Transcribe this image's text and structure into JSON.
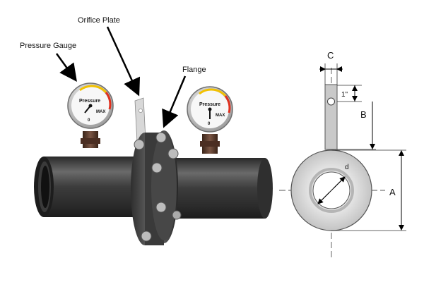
{
  "callouts": {
    "orifice_plate": "Orifice Plate",
    "pressure_gauge": "Pressure Gauge",
    "flange": "Flange"
  },
  "gauge": {
    "label": "Pressure",
    "max": "MAX",
    "zero": "0"
  },
  "dimensions": {
    "c": "C",
    "one_inch": "1\"",
    "b": "B",
    "d": "d",
    "a": "A"
  },
  "colors": {
    "pipe": "#4a4a4a",
    "plate_face": "#cfcfcf",
    "gauge_hot": "#e0301e",
    "gauge_warm": "#f2c100"
  }
}
